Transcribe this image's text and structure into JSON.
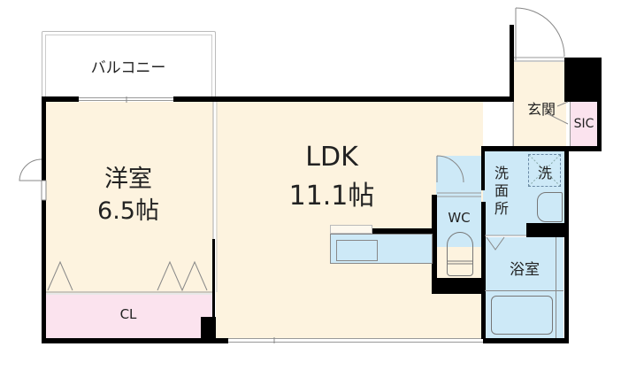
{
  "plan": {
    "rooms": [
      {
        "id": "balcony",
        "label": "バルコニー"
      },
      {
        "id": "western_room",
        "label": "洋室",
        "size": "6.5帖"
      },
      {
        "id": "closet",
        "label": "CL"
      },
      {
        "id": "ldk",
        "label": "LDK",
        "size": "11.1帖"
      },
      {
        "id": "entrance",
        "label": "玄関"
      },
      {
        "id": "shoe_closet",
        "label": "SIC"
      },
      {
        "id": "washroom",
        "label": "洗面所"
      },
      {
        "id": "washer_space",
        "label": "洗"
      },
      {
        "id": "toilet",
        "label": "WC"
      },
      {
        "id": "bathroom",
        "label": "浴室"
      }
    ],
    "colors": {
      "living_floor": "#fdf3df",
      "wet_area": "#cde9f7",
      "closet": "#fbe3ee",
      "wall": "#000000",
      "outline": "#9a9a9a"
    }
  }
}
